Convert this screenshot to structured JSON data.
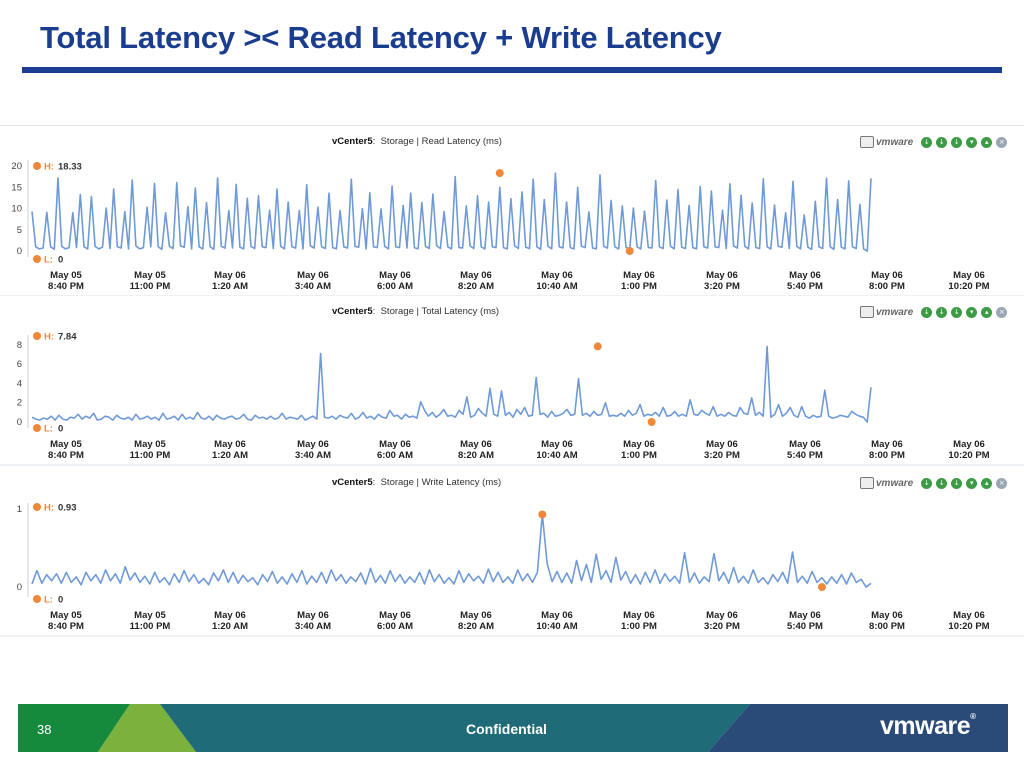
{
  "slide": {
    "title": "Total Latency >< Read Latency + Write Latency",
    "page_number": "38",
    "footer_text": "Confidential",
    "footer_logo": "vmware",
    "colors": {
      "title": "#1a3d8f",
      "line": "#6f9ad8",
      "marker": "#f0883a",
      "footer_green": "#158a3c",
      "footer_light_green": "#7bb23e",
      "footer_teal": "#1f6b78",
      "footer_navy": "#2a4a78"
    }
  },
  "panel_chrome": {
    "source_label": "vCenter5",
    "toolbar_logo": "vmware",
    "icons": [
      "print-icon",
      "export-icon",
      "download-icon",
      "save-icon",
      "collapse-icon",
      "expand-icon",
      "close-icon"
    ]
  },
  "chart_data": [
    {
      "type": "line",
      "title": "Storage | Read Latency (ms)",
      "x_tick_labels": [
        [
          "May 05",
          "8:40 PM"
        ],
        [
          "May 05",
          "11:00 PM"
        ],
        [
          "May 06",
          "1:20 AM"
        ],
        [
          "May 06",
          "3:40 AM"
        ],
        [
          "May 06",
          "6:00 AM"
        ],
        [
          "May 06",
          "8:20 AM"
        ],
        [
          "May 06",
          "10:40 AM"
        ],
        [
          "May 06",
          "1:00 PM"
        ],
        [
          "May 06",
          "3:20 PM"
        ],
        [
          "May 06",
          "5:40 PM"
        ],
        [
          "May 06",
          "8:00 PM"
        ],
        [
          "May 06",
          "10:20 PM"
        ]
      ],
      "y_ticks": [
        0,
        5,
        10,
        15,
        20
      ],
      "ylim": [
        0,
        20
      ],
      "grid": false,
      "high_label": "H:",
      "high_value": "18.33",
      "low_label": "L:",
      "low_value": "0",
      "high_value_num": 18.33,
      "low_value_num": 0,
      "high_index": 126,
      "low_index": 161,
      "values": [
        9.3,
        1.0,
        0.5,
        0.7,
        9.1,
        1.0,
        0.4,
        17.2,
        1.1,
        0.5,
        0.8,
        9.0,
        0.8,
        13.3,
        1.0,
        0.5,
        12.8,
        1.1,
        0.5,
        0.9,
        10.1,
        0.6,
        14.6,
        1.0,
        0.7,
        9.3,
        0.5,
        16.7,
        1.2,
        0.5,
        0.8,
        10.3,
        1.0,
        15.9,
        1.0,
        0.4,
        9.0,
        1.1,
        0.6,
        16.1,
        1.2,
        0.9,
        10.4,
        0.5,
        14.8,
        1.0,
        0.5,
        11.4,
        1.0,
        0.4,
        17.2,
        1.1,
        0.7,
        9.5,
        0.7,
        15.7,
        0.9,
        0.5,
        12.4,
        1.1,
        0.6,
        13.0,
        1.0,
        0.8,
        9.6,
        0.6,
        14.6,
        1.1,
        0.5,
        11.5,
        1.0,
        0.7,
        9.5,
        0.5,
        15.6,
        1.2,
        0.7,
        10.3,
        1.0,
        0.6,
        13.6,
        0.8,
        0.5,
        9.5,
        1.0,
        0.7,
        16.9,
        1.1,
        0.9,
        10.0,
        0.5,
        13.7,
        1.0,
        0.8,
        9.9,
        1.1,
        0.5,
        15.3,
        1.0,
        0.8,
        10.7,
        0.7,
        13.6,
        0.8,
        0.5,
        11.4,
        1.1,
        0.6,
        13.4,
        1.2,
        0.6,
        9.3,
        1.0,
        0.5,
        17.5,
        0.8,
        0.7,
        10.6,
        1.2,
        0.6,
        13.0,
        1.0,
        0.5,
        11.5,
        1.0,
        0.8,
        15.0,
        0.8,
        0.5,
        12.3,
        1.2,
        0.6,
        13.9,
        0.9,
        0.6,
        16.9,
        1.0,
        0.4,
        12.1,
        1.1,
        0.5,
        18.33,
        1.0,
        0.7,
        11.5,
        0.8,
        0.5,
        15.0,
        1.1,
        0.8,
        9.2,
        0.7,
        0.5,
        17.9,
        1.1,
        0.7,
        11.9,
        1.0,
        0.5,
        10.6,
        0.9,
        0.5,
        10.1,
        1.0,
        0.5,
        9.4,
        0.8,
        0.7,
        16.6,
        1.0,
        0.6,
        12.0,
        1.1,
        0.5,
        14.5,
        0.9,
        0.6,
        10.7,
        0.8,
        0.5,
        15.2,
        1.0,
        0.7,
        14.1,
        1.0,
        0.8,
        9.6,
        0.6,
        15.8,
        1.2,
        0.7,
        13.1,
        1.1,
        0.5,
        11.3,
        0.8,
        0.6,
        17.0,
        1.0,
        0.5,
        10.8,
        1.1,
        0.9,
        9.0,
        0.6,
        16.4,
        1.1,
        0.5,
        8.5,
        0.9,
        0.4,
        11.7,
        1.0,
        0.6,
        17.1,
        1.0,
        0.4,
        12.1,
        0.9,
        0.5,
        16.5,
        1.0,
        0.6,
        11.0,
        0.5,
        0.0,
        17.1
      ]
    },
    {
      "type": "line",
      "title": "Storage | Total Latency (ms)",
      "x_tick_labels": [
        [
          "May 05",
          "8:40 PM"
        ],
        [
          "May 05",
          "11:00 PM"
        ],
        [
          "May 06",
          "1:20 AM"
        ],
        [
          "May 06",
          "3:40 AM"
        ],
        [
          "May 06",
          "6:00 AM"
        ],
        [
          "May 06",
          "8:20 AM"
        ],
        [
          "May 06",
          "10:40 AM"
        ],
        [
          "May 06",
          "1:00 PM"
        ],
        [
          "May 06",
          "3:20 PM"
        ],
        [
          "May 06",
          "5:40 PM"
        ],
        [
          "May 06",
          "8:00 PM"
        ],
        [
          "May 06",
          "10:20 PM"
        ]
      ],
      "y_ticks": [
        0,
        2,
        4,
        6,
        8
      ],
      "ylim": [
        0,
        8.4
      ],
      "grid": false,
      "high_label": "H:",
      "high_value": "7.84",
      "low_label": "L:",
      "low_value": "0",
      "high_value_num": 7.84,
      "low_value_num": 0,
      "high_index": 147,
      "low_index": 161,
      "values": [
        0.5,
        0.3,
        0.2,
        0.4,
        0.3,
        0.6,
        0.2,
        0.7,
        0.3,
        0.2,
        0.5,
        0.4,
        0.8,
        0.3,
        0.6,
        0.4,
        0.9,
        0.2,
        0.3,
        0.6,
        0.5,
        0.2,
        0.7,
        0.4,
        0.3,
        0.5,
        0.2,
        0.8,
        0.3,
        0.4,
        0.6,
        0.3,
        0.5,
        0.2,
        0.9,
        0.3,
        0.4,
        0.6,
        0.2,
        0.8,
        0.3,
        0.5,
        0.3,
        1.0,
        0.4,
        0.3,
        0.6,
        0.2,
        0.7,
        0.4,
        0.3,
        0.5,
        0.6,
        0.3,
        0.4,
        0.8,
        0.3,
        0.2,
        0.7,
        0.4,
        0.5,
        0.3,
        0.6,
        0.3,
        0.4,
        0.9,
        0.3,
        0.5,
        0.4,
        0.3,
        0.7,
        0.2,
        0.4,
        0.6,
        0.3,
        7.1,
        0.5,
        0.4,
        0.6,
        0.3,
        0.7,
        0.5,
        0.4,
        0.9,
        0.3,
        0.5,
        1.0,
        0.4,
        0.6,
        0.3,
        0.8,
        0.5,
        0.4,
        1.2,
        0.6,
        0.7,
        0.3,
        0.8,
        0.5,
        0.6,
        0.4,
        2.1,
        1.2,
        0.6,
        1.0,
        0.5,
        0.8,
        1.3,
        0.6,
        0.7,
        0.5,
        1.2,
        0.8,
        2.6,
        0.5,
        0.7,
        1.4,
        0.9,
        0.6,
        3.5,
        0.8,
        0.6,
        3.2,
        0.7,
        1.0,
        0.5,
        1.3,
        0.8,
        1.5,
        0.6,
        0.7,
        4.6,
        0.8,
        0.9,
        0.5,
        1.1,
        0.6,
        0.7,
        0.9,
        1.3,
        0.7,
        0.8,
        4.5,
        0.7,
        0.9,
        0.6,
        1.1,
        0.7,
        0.8,
        2.0,
        0.6,
        0.7,
        0.6,
        0.9,
        0.6,
        1.2,
        0.7,
        0.9,
        1.8,
        0.6,
        0.8,
        0.7,
        1.0,
        0.6,
        1.5,
        0.6,
        0.7,
        1.1,
        0.6,
        0.8,
        0.6,
        2.3,
        0.8,
        0.7,
        1.2,
        0.9,
        0.7,
        1.6,
        0.6,
        0.8,
        0.6,
        1.0,
        0.7,
        0.6,
        1.5,
        0.9,
        0.8,
        2.5,
        0.7,
        1.0,
        0.6,
        7.84,
        0.5,
        0.8,
        1.8,
        0.6,
        0.9,
        1.5,
        0.7,
        0.5,
        1.6,
        0.6,
        0.4,
        0.7,
        0.5,
        0.6,
        3.3,
        0.6,
        0.4,
        0.5,
        0.7,
        0.6,
        0.5,
        1.1,
        0.8,
        0.6,
        0.5,
        0.0,
        3.6
      ]
    },
    {
      "type": "line",
      "title": "Storage | Write Latency (ms)",
      "x_tick_labels": [
        [
          "May 05",
          "8:40 PM"
        ],
        [
          "May 05",
          "11:00 PM"
        ],
        [
          "May 06",
          "1:20 AM"
        ],
        [
          "May 06",
          "3:40 AM"
        ],
        [
          "May 06",
          "6:00 AM"
        ],
        [
          "May 06",
          "8:20 AM"
        ],
        [
          "May 06",
          "10:40 AM"
        ],
        [
          "May 06",
          "1:00 PM"
        ],
        [
          "May 06",
          "3:20 PM"
        ],
        [
          "May 06",
          "5:40 PM"
        ],
        [
          "May 06",
          "8:00 PM"
        ],
        [
          "May 06",
          "10:20 PM"
        ]
      ],
      "y_ticks": [
        0,
        1
      ],
      "ylim": [
        -0.05,
        1.0
      ],
      "grid": false,
      "high_label": "H:",
      "high_value": "0.93",
      "low_label": "L:",
      "low_value": "0",
      "high_value_num": 0.93,
      "low_value_num": 0,
      "high_index": 104,
      "low_index": 161,
      "values": [
        0.04,
        0.21,
        0.05,
        0.16,
        0.08,
        0.17,
        0.05,
        0.19,
        0.06,
        0.13,
        0.03,
        0.19,
        0.08,
        0.16,
        0.05,
        0.22,
        0.08,
        0.17,
        0.05,
        0.26,
        0.09,
        0.18,
        0.06,
        0.14,
        0.04,
        0.19,
        0.06,
        0.12,
        0.03,
        0.17,
        0.06,
        0.21,
        0.07,
        0.16,
        0.05,
        0.11,
        0.03,
        0.18,
        0.08,
        0.22,
        0.06,
        0.19,
        0.05,
        0.15,
        0.07,
        0.12,
        0.03,
        0.16,
        0.07,
        0.2,
        0.05,
        0.13,
        0.04,
        0.17,
        0.06,
        0.21,
        0.04,
        0.14,
        0.06,
        0.19,
        0.05,
        0.22,
        0.08,
        0.16,
        0.05,
        0.13,
        0.07,
        0.18,
        0.04,
        0.24,
        0.06,
        0.15,
        0.05,
        0.21,
        0.07,
        0.16,
        0.05,
        0.13,
        0.06,
        0.19,
        0.04,
        0.22,
        0.07,
        0.16,
        0.05,
        0.12,
        0.04,
        0.21,
        0.06,
        0.17,
        0.08,
        0.14,
        0.05,
        0.23,
        0.07,
        0.19,
        0.06,
        0.13,
        0.05,
        0.22,
        0.08,
        0.17,
        0.06,
        0.19,
        0.93,
        0.3,
        0.07,
        0.2,
        0.06,
        0.18,
        0.05,
        0.34,
        0.08,
        0.29,
        0.06,
        0.42,
        0.1,
        0.21,
        0.06,
        0.38,
        0.09,
        0.2,
        0.05,
        0.16,
        0.04,
        0.19,
        0.06,
        0.22,
        0.05,
        0.17,
        0.07,
        0.14,
        0.05,
        0.44,
        0.06,
        0.18,
        0.05,
        0.13,
        0.07,
        0.43,
        0.08,
        0.19,
        0.05,
        0.25,
        0.06,
        0.14,
        0.05,
        0.22,
        0.06,
        0.12,
        0.04,
        0.16,
        0.07,
        0.19,
        0.05,
        0.45,
        0.06,
        0.14,
        0.05,
        0.2,
        0.06,
        0.12,
        0.04,
        0.13,
        0.05,
        0.16,
        0.04,
        0.18,
        0.06,
        0.1,
        0.0,
        0.05
      ]
    }
  ]
}
